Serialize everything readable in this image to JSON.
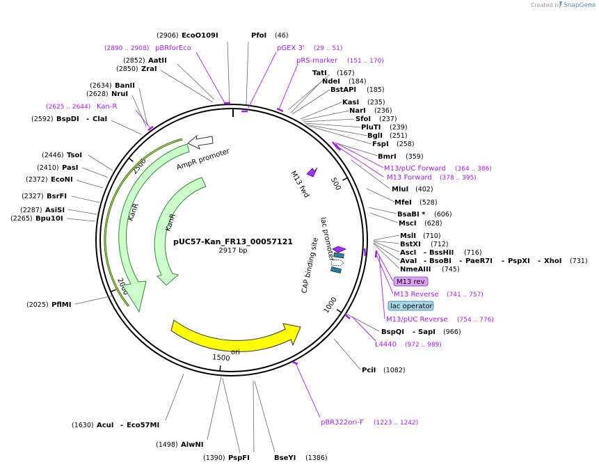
{
  "brand": {
    "created_by": "Created by",
    "product": "SnapGene"
  },
  "map": {
    "name": "pUC57-Kan_FR13_00057121",
    "length_label": "2917 bp",
    "total_bp": 2917
  },
  "ticks": [
    {
      "bp": 500,
      "label": "500"
    },
    {
      "bp": 1000,
      "label": "1000"
    },
    {
      "bp": 1500,
      "label": "1500"
    },
    {
      "bp": 2000,
      "label": "2000"
    },
    {
      "bp": 2500,
      "label": "2500"
    }
  ],
  "features": [
    {
      "name": "AmpR promoter",
      "label": "AmpR promoter",
      "color": "#ffffff"
    },
    {
      "name": "KanR-inner",
      "label": "KanR",
      "color": "#ccffcc"
    },
    {
      "name": "KanR-outer",
      "label": "KanR",
      "color": "#ccffcc"
    },
    {
      "name": "ori",
      "label": "ori",
      "color": "#ffff00"
    },
    {
      "name": "M13 fwd",
      "label": "M13 fwd",
      "color": "#9b30ff"
    },
    {
      "name": "lac promoter",
      "label": "lac promoter",
      "color": "#ffffff"
    },
    {
      "name": "CAP binding site",
      "label": "CAP binding site",
      "color": "#ffffff"
    },
    {
      "name": "lac operator",
      "label": "lac operator",
      "color": "#2a7f99"
    },
    {
      "name": "M13 rev",
      "label": "M13 rev",
      "color": "#9b30ff"
    }
  ],
  "enzymes_left": [
    {
      "pos": "(2906)",
      "name": "EcoO109I"
    },
    {
      "pos": "(2852)",
      "name": "AatII"
    },
    {
      "pos": "(2850)",
      "name": "ZraI"
    },
    {
      "pos": "(2634)",
      "name": "BanII"
    },
    {
      "pos": "(2628)",
      "name": "NruI"
    },
    {
      "pos": "(2592)",
      "name": "BspDI",
      "extra": "ClaI"
    },
    {
      "pos": "(2446)",
      "name": "TsoI"
    },
    {
      "pos": "(2410)",
      "name": "PasI"
    },
    {
      "pos": "(2372)",
      "name": "EcoNI"
    },
    {
      "pos": "(2327)",
      "name": "BsrFI"
    },
    {
      "pos": "(2287)",
      "name": "AsiSI"
    },
    {
      "pos": "(2265)",
      "name": "Bpu10I"
    },
    {
      "pos": "(2025)",
      "name": "PflMI"
    },
    {
      "pos": "(1630)",
      "name": "AcuI",
      "extra": "Eco57MI"
    },
    {
      "pos": "(1498)",
      "name": "AlwNI"
    },
    {
      "pos": "(1390)",
      "name": "PspFI"
    }
  ],
  "enzymes_right": [
    {
      "name": "PfoI",
      "pos": "(46)"
    },
    {
      "name": "TatI",
      "pos": "(167)"
    },
    {
      "name": "NdeI",
      "pos": "(184)"
    },
    {
      "name": "BstAPI",
      "pos": "(185)"
    },
    {
      "name": "KasI",
      "pos": "(235)"
    },
    {
      "name": "NarI",
      "pos": "(236)"
    },
    {
      "name": "SfoI",
      "pos": "(237)"
    },
    {
      "name": "PluTI",
      "pos": "(239)"
    },
    {
      "name": "BglI",
      "pos": "(251)"
    },
    {
      "name": "FspI",
      "pos": "(258)"
    },
    {
      "name": "BmrI",
      "pos": "(359)"
    },
    {
      "name": "MluI",
      "pos": "(402)"
    },
    {
      "name": "MfeI",
      "pos": "(528)"
    },
    {
      "name": "BsaBI *",
      "pos": "(606)"
    },
    {
      "name": "MscI",
      "pos": "(628)"
    },
    {
      "name": "MslI",
      "pos": "(710)"
    },
    {
      "name": "BstXI",
      "pos": "(712)"
    },
    {
      "name": "AscI",
      "extra": "BssHII",
      "pos": "(716)"
    },
    {
      "name": "AvaI",
      "extra": "BsoBI",
      "extra2": "PaeR7I",
      "extra3": "PspXI",
      "extra4": "XhoI",
      "pos": "(731)"
    },
    {
      "name": "NmeAIII",
      "pos": "(745)"
    },
    {
      "name": "BspQI",
      "extra": "SapI",
      "pos": "(966)"
    },
    {
      "name": "PciI",
      "pos": "(1082)"
    },
    {
      "name": "BseYI",
      "pos": "(1386)"
    }
  ],
  "primers": [
    {
      "name": "pBRforEco",
      "range": "(2890 .. 2908)"
    },
    {
      "name": "pGEX 3'",
      "range": "(29 .. 51)"
    },
    {
      "name": "pRS-marker",
      "range": "(151 .. 170)"
    },
    {
      "name": "Kan-R",
      "range": "(2625 .. 2644)"
    },
    {
      "name": "M13/pUC Forward",
      "range": "(364 .. 386)"
    },
    {
      "name": "M13 Forward",
      "range": "(378 .. 395)"
    },
    {
      "name": "M13 Reverse",
      "range": "(741 .. 757)"
    },
    {
      "name": "M13/pUC Reverse",
      "range": "(754 .. 776)"
    },
    {
      "name": "L4440",
      "range": "(972 .. 989)"
    },
    {
      "name": "pBR322ori-F",
      "range": "(1223 .. 1242)"
    }
  ],
  "boxed_labels": {
    "m13_rev": "M13 rev",
    "lac_operator": "lac operator"
  },
  "colors": {
    "primer": "#a020f0",
    "backbone": "#000000",
    "kanr_fill": "#ccffcc",
    "kanr_stroke": "#2e8b2e",
    "ori_fill": "#ffff00",
    "lac_operator": "#2a7f99",
    "m13_box": "#dda0f0",
    "lacop_box": "#a8d8e8"
  }
}
